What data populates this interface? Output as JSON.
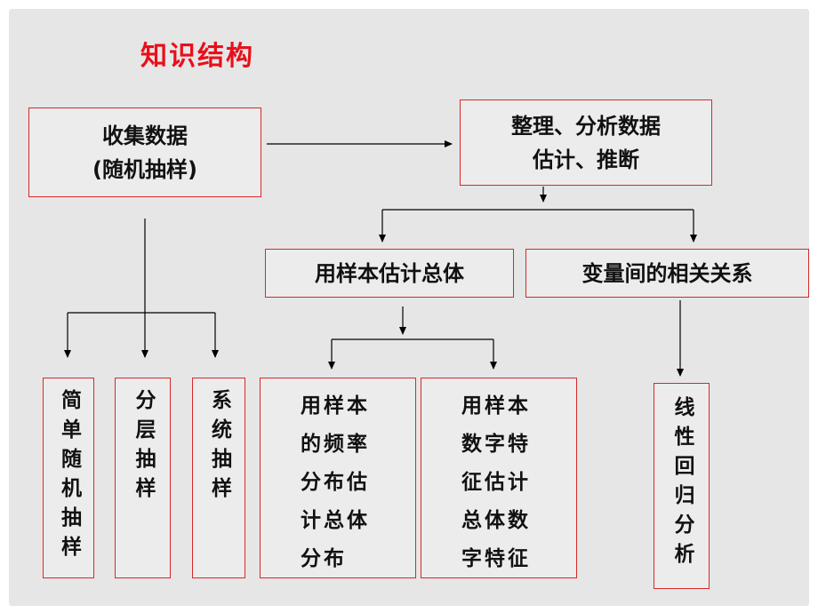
{
  "title": "知识结构",
  "nodes": {
    "collect_line1": "收集数据",
    "collect_line2": "(随机抽样)",
    "analyze_line1": "整理、分析数据",
    "analyze_line2": "估计、推断",
    "sample_estimate": "用样本估计总体",
    "correlation": "变量间的相关关系",
    "simple_random": "简单随机抽样",
    "stratified": "分层抽样",
    "systematic": "系统抽样",
    "freq_dist": [
      "用样本",
      "的频率",
      "分布估",
      "计总体",
      "分布"
    ],
    "num_features": [
      "用样本",
      "数字特",
      "征估计",
      "总体数",
      "字特征"
    ],
    "linear_regression": "线性回归分析"
  },
  "colors": {
    "title": "#e8101a",
    "box_border": "#d42a2a",
    "background": "#e6e6e6",
    "line": "#000000"
  }
}
